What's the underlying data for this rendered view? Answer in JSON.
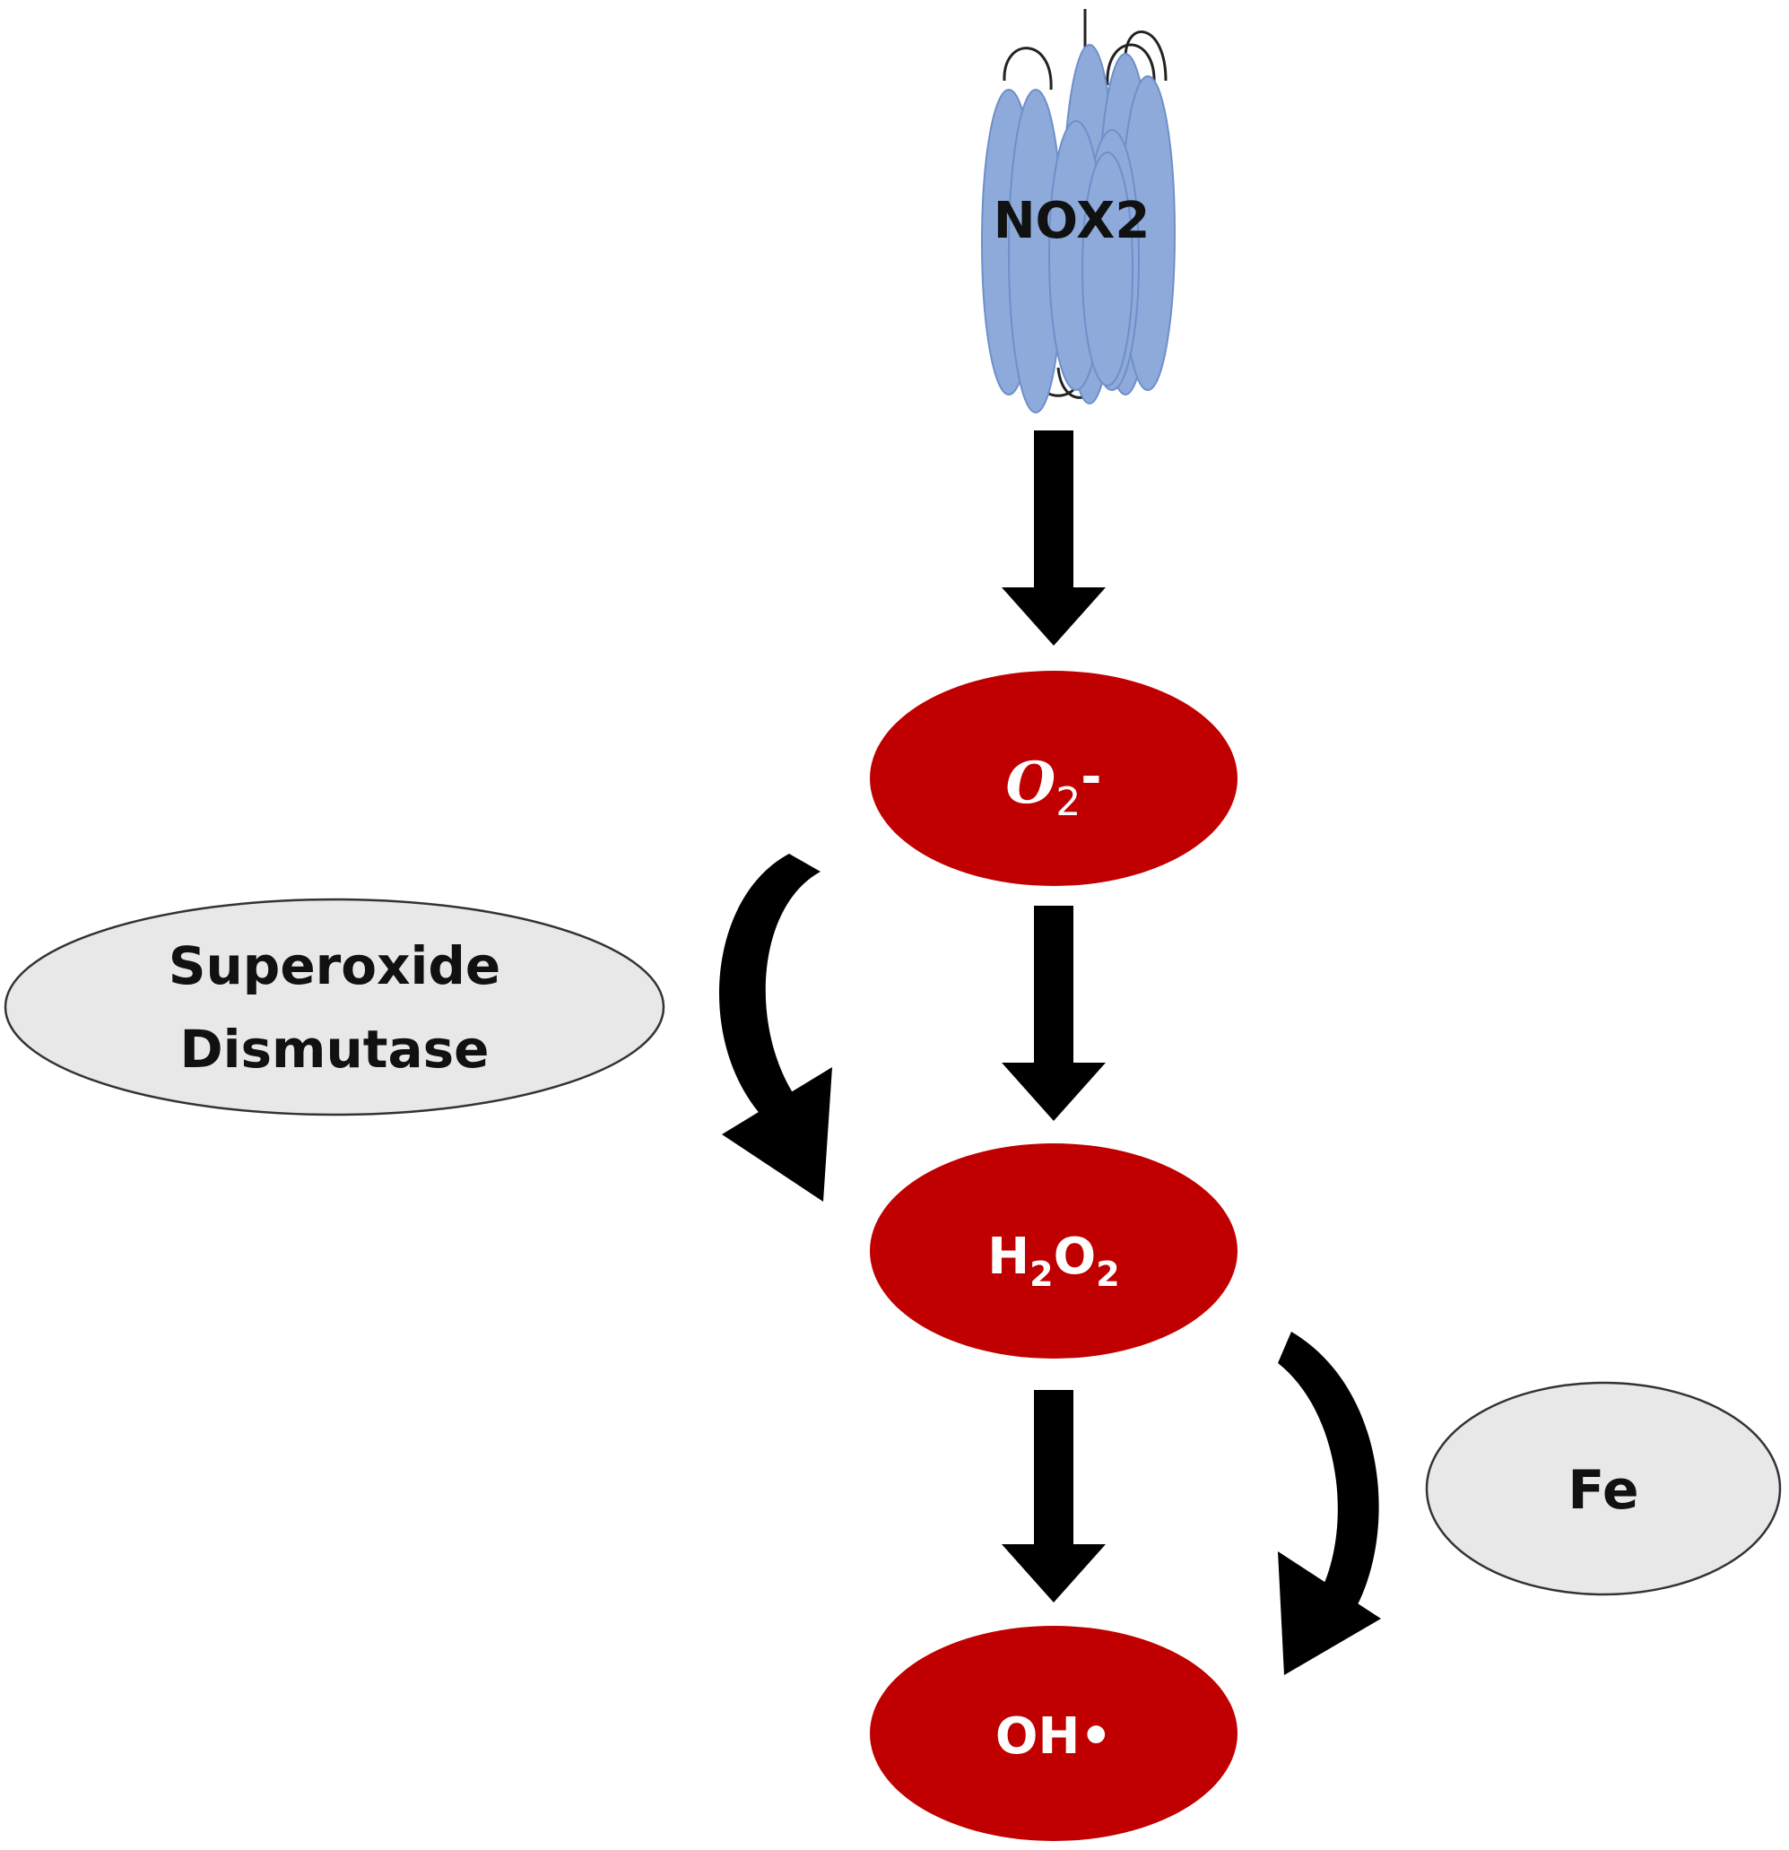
{
  "nodes": {
    "nox2": {
      "label": "NOX2",
      "color": "#8eaadb"
    },
    "superoxide": {
      "base": "O",
      "subscript": "2",
      "suffix": "-",
      "color": "#c00000"
    },
    "hydrogen_peroxide": {
      "part1": "H",
      "sub1": "2",
      "part2": "O",
      "sub2": "2",
      "color": "#c00000"
    },
    "hydroxyl": {
      "label": "OH•",
      "color": "#c00000"
    }
  },
  "catalysts": {
    "sod": {
      "line1": "Superoxide",
      "line2": "Dismutase",
      "color": "#e8e8e8"
    },
    "iron": {
      "label": "Fe",
      "color": "#e8e8e8"
    }
  },
  "arrow_color": "#000000"
}
